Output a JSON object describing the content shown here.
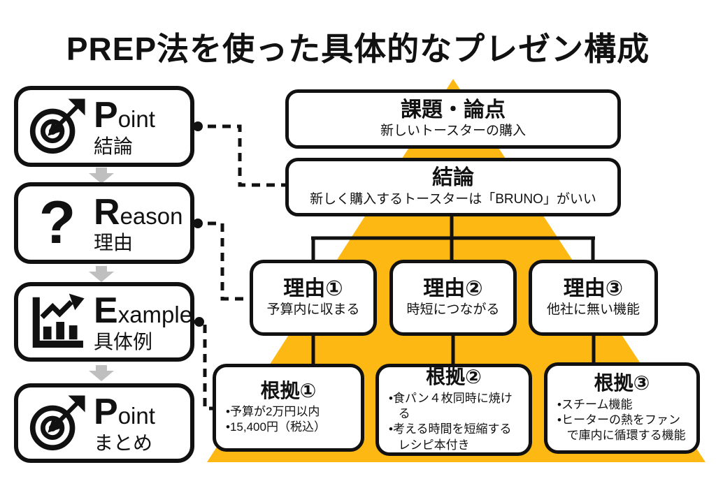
{
  "title": "PREP法を使った具体的なプレゼン構成",
  "colors": {
    "pyramid": "#FDB813",
    "arrow": "#BFBFBF",
    "ink": "#111111"
  },
  "icons": {
    "question_glyph": "?"
  },
  "prep_steps": [
    {
      "letter": "P",
      "rest": "oint",
      "jp": "結論",
      "icon": "target-icon"
    },
    {
      "letter": "R",
      "rest": "eason",
      "jp": "理由",
      "icon": "question-icon"
    },
    {
      "letter": "E",
      "rest": "xample",
      "jp": "具体例",
      "icon": "bar-chart-icon"
    },
    {
      "letter": "P",
      "rest": "oint",
      "jp": "まとめ",
      "icon": "target-icon"
    }
  ],
  "pyramid": {
    "topic": {
      "title": "課題・論点",
      "subtitle": "新しいトースターの購入"
    },
    "conclusion": {
      "title": "結論",
      "subtitle": "新しく購入するトースターは「BRUNO」がいい"
    },
    "reasons": [
      {
        "title": "理由①",
        "subtitle": "予算内に収まる"
      },
      {
        "title": "理由②",
        "subtitle": "時短につながる"
      },
      {
        "title": "理由③",
        "subtitle": "他社に無い機能"
      }
    ],
    "evidence": [
      {
        "title": "根拠①",
        "bullets": [
          "•予算が2万円以内",
          "•15,400円（税込）"
        ]
      },
      {
        "title": "根拠②",
        "bullets": [
          "•食パン４枚同時に焼ける",
          "•考える時間を短縮するレシピ本付き"
        ]
      },
      {
        "title": "根拠③",
        "bullets": [
          "•スチーム機能",
          "•ヒーターの熱をファンで庫内に循環する機能"
        ]
      }
    ]
  }
}
